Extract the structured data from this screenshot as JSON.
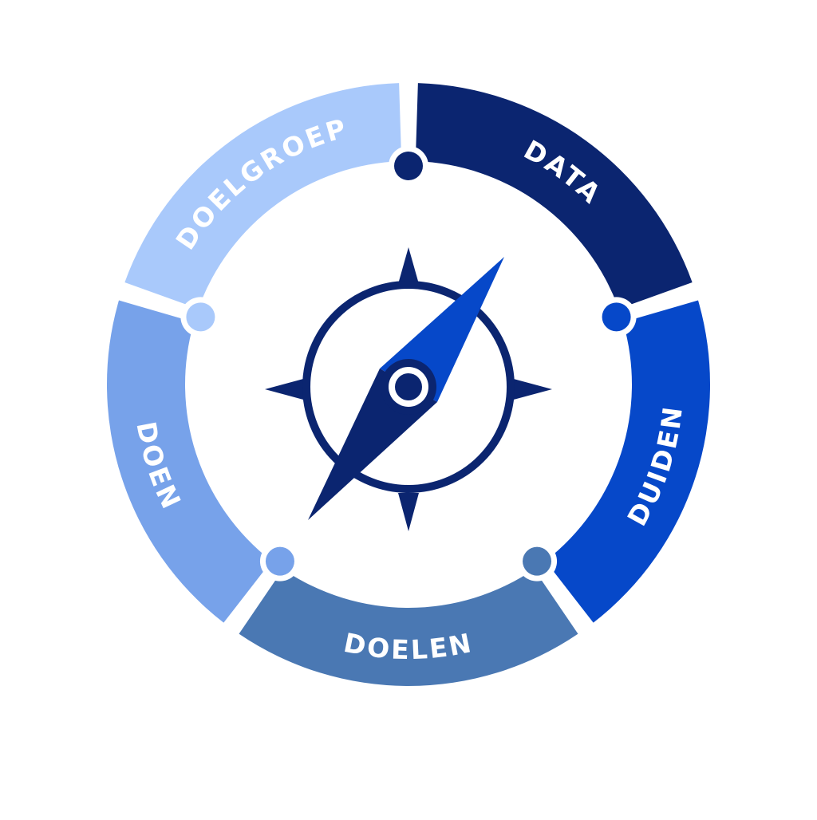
{
  "cycle": {
    "segments": [
      {
        "id": "data",
        "label": "DATA",
        "color": "#0b2570",
        "text_color": "#ffffff"
      },
      {
        "id": "duiden",
        "label": "DUIDEN",
        "color": "#0648c9",
        "text_color": "#ffffff"
      },
      {
        "id": "doelen",
        "label": "DOELEN",
        "color": "#4a78b3",
        "text_color": "#ffffff"
      },
      {
        "id": "doen",
        "label": "DOEN",
        "color": "#77a2ea",
        "text_color": "#ffffff"
      },
      {
        "id": "doelgroep",
        "label": "DOELGROEP",
        "color": "#a9c9fb",
        "text_color": "#ffffff"
      }
    ]
  },
  "center": {
    "icon": "compass-icon",
    "ring_color": "#0b2570",
    "needle_north_color": "#0648c9",
    "needle_south_color": "#0b2570"
  }
}
